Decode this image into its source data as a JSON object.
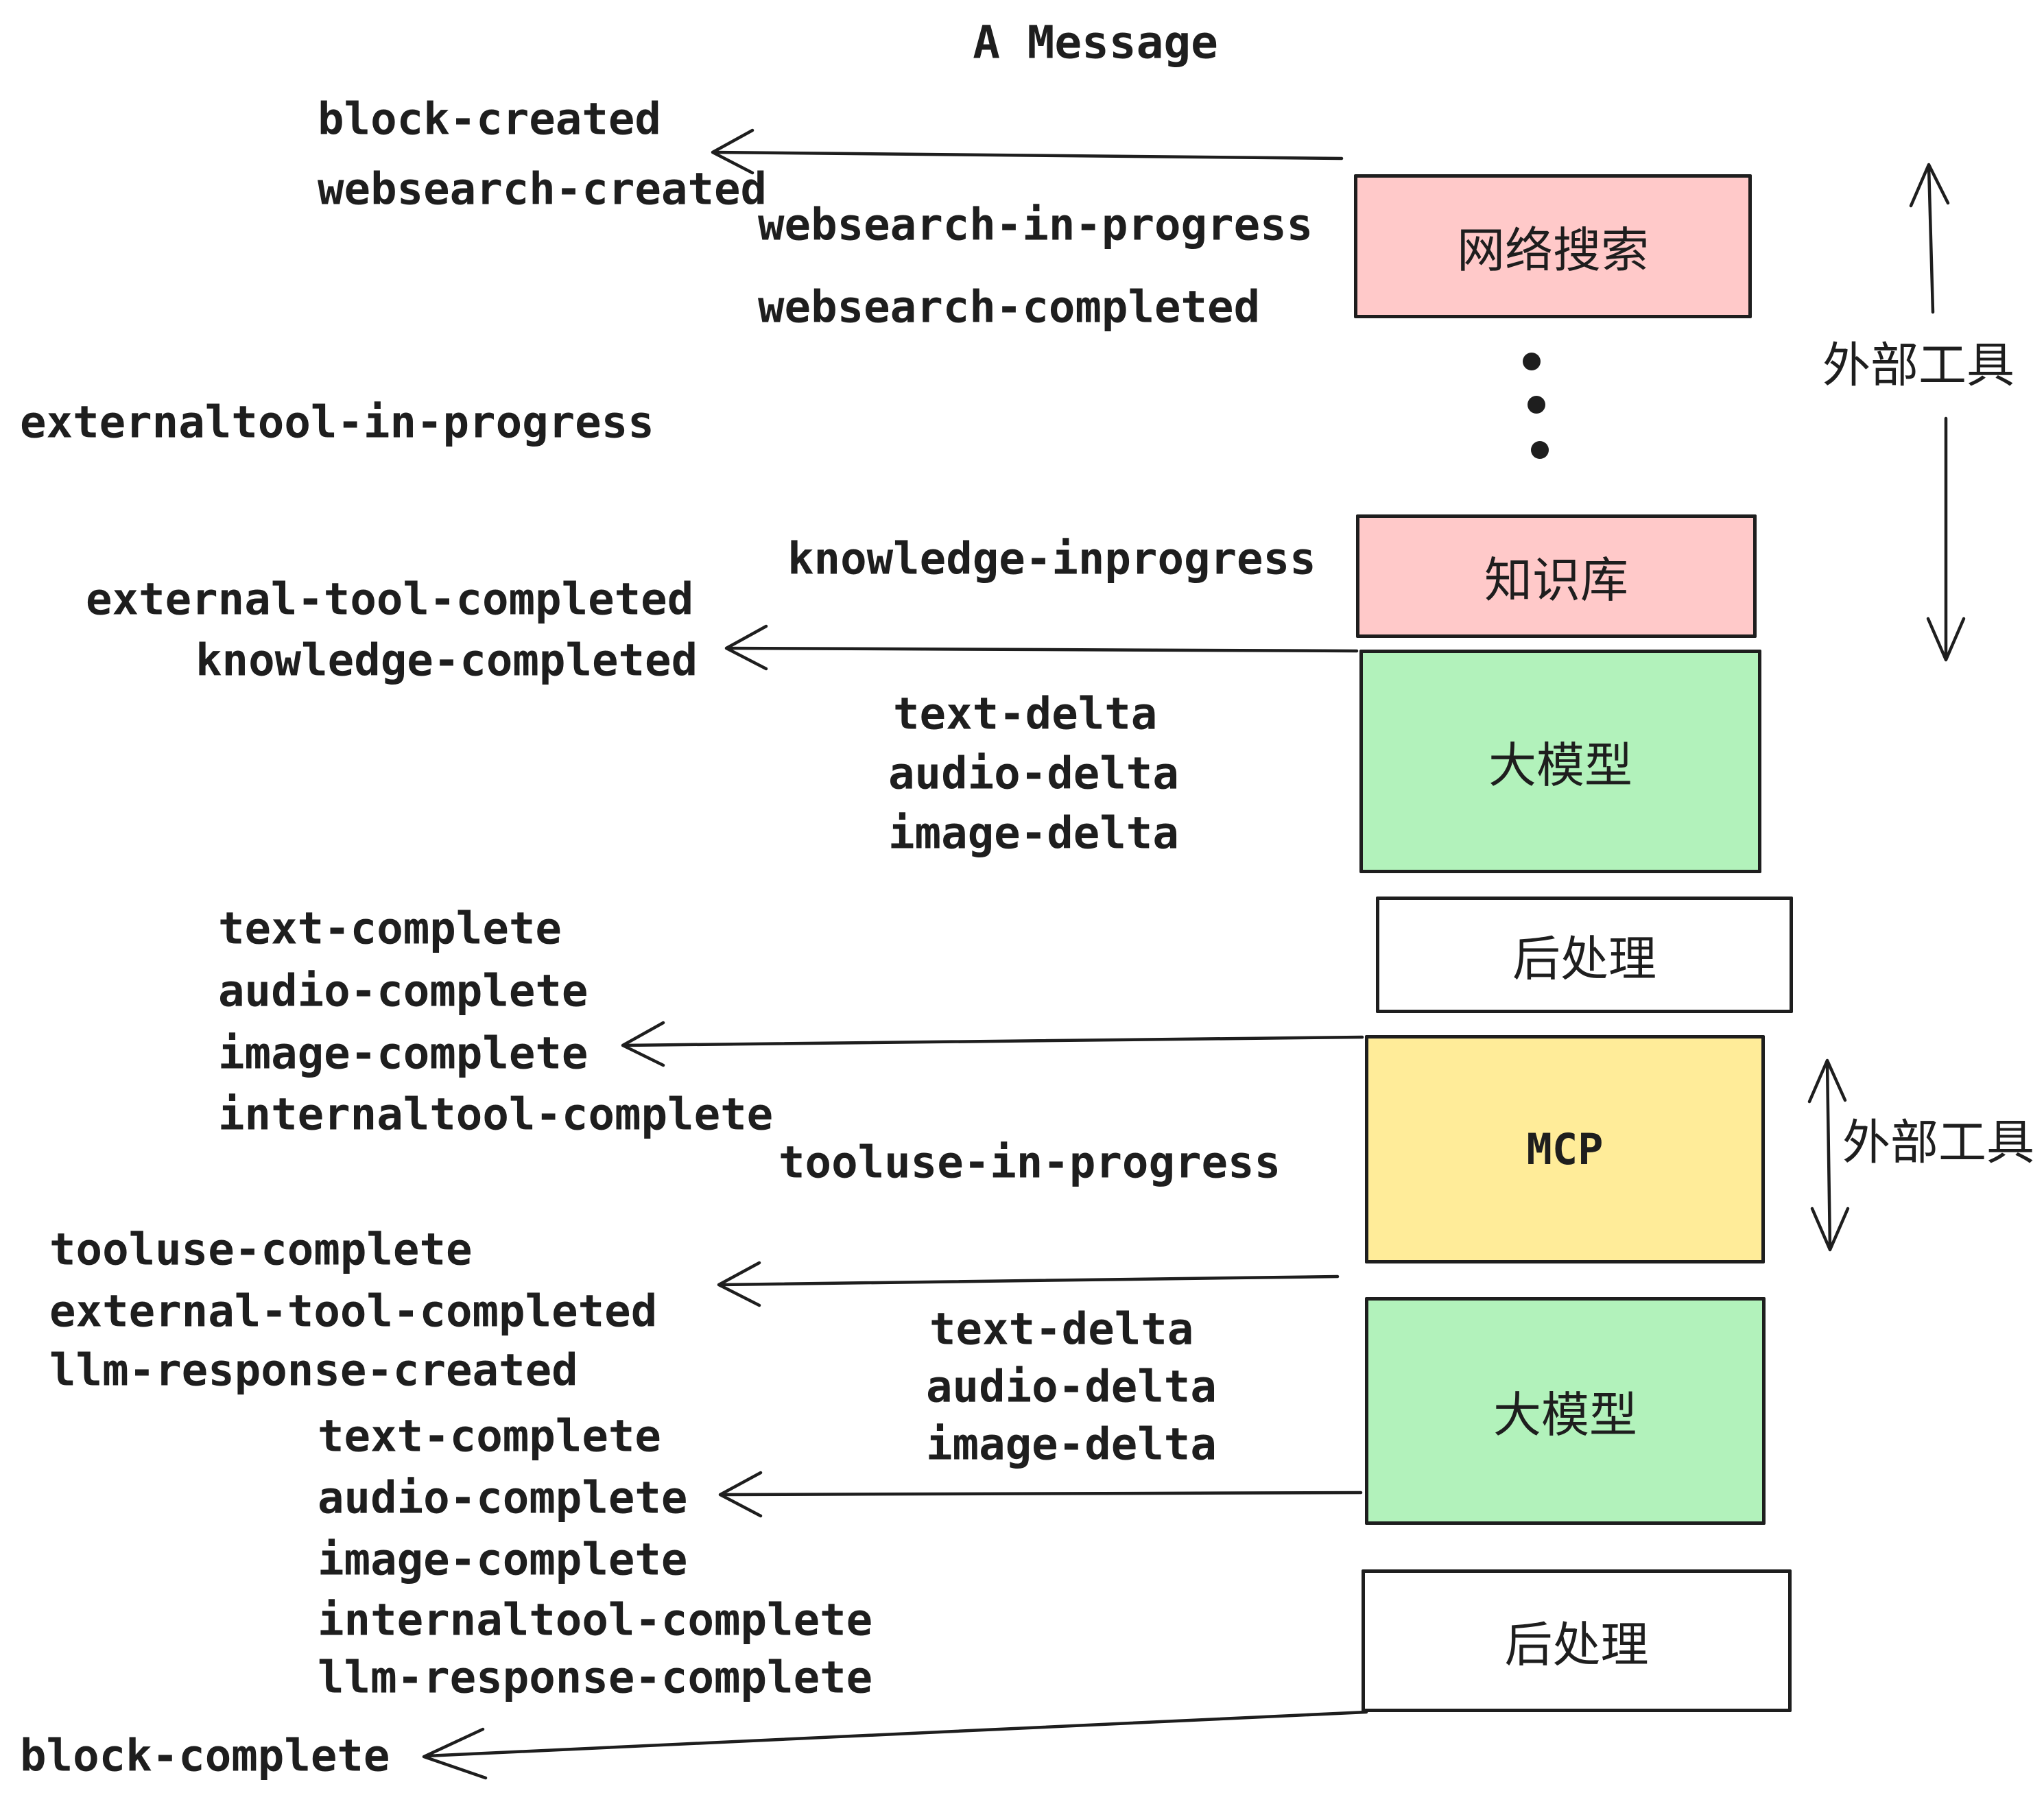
{
  "title": {
    "text": "A Message"
  },
  "colors": {
    "stroke": "#1e1e1e",
    "external_tool_fill": "#ffc9c9",
    "llm_fill": "#b2f2bb",
    "mcp_fill": "#ffec99",
    "postprocess_fill": "#ffffff"
  },
  "boxes": [
    {
      "label": "网络搜索",
      "fill": "pink"
    },
    {
      "label": "知识库",
      "fill": "pink"
    },
    {
      "label": "大模型",
      "fill": "green"
    },
    {
      "label": "后处理",
      "fill": "white"
    },
    {
      "label": "MCP",
      "fill": "yellow"
    },
    {
      "label": "大模型",
      "fill": "green"
    },
    {
      "label": "后处理",
      "fill": "white"
    }
  ],
  "side_labels": [
    {
      "text": "外部工具"
    },
    {
      "text": "外部工具"
    }
  ],
  "events": [
    {
      "text": "block-created"
    },
    {
      "text": "websearch-created"
    },
    {
      "text": "websearch-in-progress"
    },
    {
      "text": "websearch-completed"
    },
    {
      "text": "externaltool-in-progress"
    },
    {
      "text": "knowledge-inprogress"
    },
    {
      "text": "external-tool-completed"
    },
    {
      "text": "knowledge-completed"
    },
    {
      "text": "text-delta"
    },
    {
      "text": "audio-delta"
    },
    {
      "text": "image-delta"
    },
    {
      "text": "text-complete"
    },
    {
      "text": "audio-complete"
    },
    {
      "text": "image-complete"
    },
    {
      "text": "internaltool-complete"
    },
    {
      "text": "tooluse-in-progress"
    },
    {
      "text": "tooluse-complete"
    },
    {
      "text": "external-tool-completed"
    },
    {
      "text": "llm-response-created"
    },
    {
      "text": "text-delta"
    },
    {
      "text": "audio-delta"
    },
    {
      "text": "image-delta"
    },
    {
      "text": "text-complete"
    },
    {
      "text": "audio-complete"
    },
    {
      "text": "image-complete"
    },
    {
      "text": "internaltool-complete"
    },
    {
      "text": "llm-response-complete"
    },
    {
      "text": "block-complete"
    }
  ]
}
